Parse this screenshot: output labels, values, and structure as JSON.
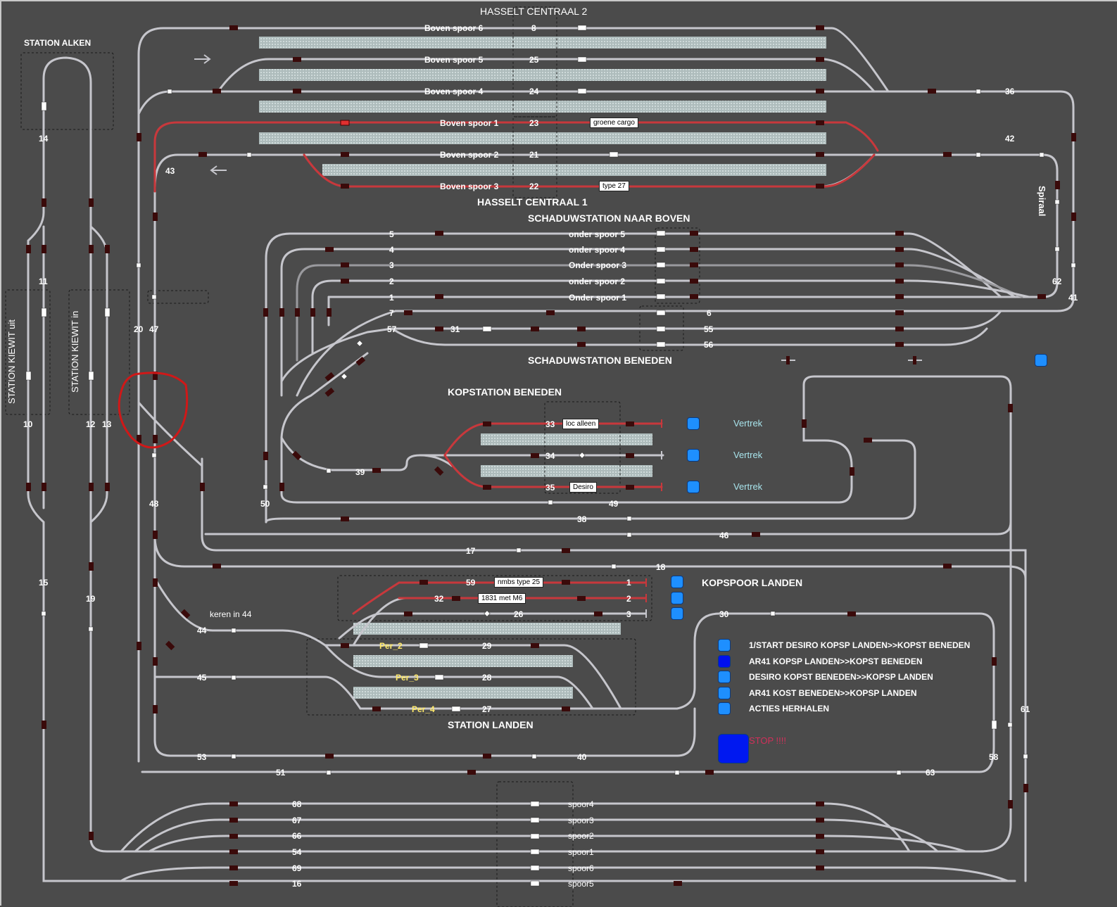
{
  "stations": {
    "hasselt_centraal_2": "HASSELT CENTRAAL 2",
    "hasselt_centraal_1": "HASSELT CENTRAAL 1",
    "station_alken": "STATION ALKEN",
    "station_kiewit_uit": "STATION KIEWIT uit",
    "station_kiewit_in": "STATION KIEWIT in",
    "schaduw_boven": "SCHADUWSTATION NAAR BOVEN",
    "schaduw_beneden": "SCHADUWSTATION BENEDEN",
    "kopstation_beneden": "KOPSTATION BENEDEN",
    "kopspoor_landen": "KOPSPOOR LANDEN",
    "station_landen": "STATION LANDEN",
    "spiraal": "Spiraal",
    "keren": "keren in 44"
  },
  "boven_tracks": [
    {
      "name": "Boven spoor 6",
      "num": "8"
    },
    {
      "name": "Boven spoor 5",
      "num": "25"
    },
    {
      "name": "Boven spoor 4",
      "num": "24"
    },
    {
      "name": "Boven spoor 1",
      "num": "23"
    },
    {
      "name": "Boven spoor 2",
      "num": "21"
    },
    {
      "name": "Boven spoor 3",
      "num": "22"
    }
  ],
  "onder_tracks": [
    {
      "num": "5",
      "name": "onder spoor 5"
    },
    {
      "num": "4",
      "name": "onder spoor 4"
    },
    {
      "num": "3",
      "name": "Onder spoor 3"
    },
    {
      "num": "2",
      "name": "onder spoor 2"
    },
    {
      "num": "1",
      "name": "Onder spoor 1"
    }
  ],
  "bottom_tracks": [
    {
      "num": "68",
      "name": "spoor4"
    },
    {
      "num": "67",
      "name": "spoor3"
    },
    {
      "num": "66",
      "name": "spoor2"
    },
    {
      "num": "54",
      "name": "spoor1"
    },
    {
      "num": "69",
      "name": "spoor6"
    },
    {
      "num": "16",
      "name": "spoor5"
    }
  ],
  "platforms": {
    "per_2": "Per_2",
    "per_3": "Per_3",
    "per_4": "Per_4"
  },
  "train_tags": {
    "groene_cargo": "groene cargo",
    "type_27": "type 27",
    "loc_alleen": "loc alleen",
    "desiro": "Desiro",
    "nmbs_type_25": "nmbs type 25",
    "met_m6": "1831 met M6"
  },
  "vertrek": [
    "Vertrek",
    "Vertrek",
    "Vertrek"
  ],
  "actions": [
    "1/START DESIRO KOPSP LANDEN>>KOPST BENEDEN",
    "AR41 KOPSP LANDEN>>KOPST BENEDEN",
    "DESIRO KOPST BENEDEN>>KOPSP LANDEN",
    "AR41 KOST BENEDEN>>KOPSP LANDEN",
    "ACTIES HERHALEN"
  ],
  "stop_label": "STOP !!!!",
  "numbers": {
    "n14": "14",
    "n11": "11",
    "n10": "10",
    "n12": "12",
    "n13": "13",
    "n15": "15",
    "n19": "19",
    "n20": "20",
    "n47": "47",
    "n43": "43",
    "n48": "48",
    "n50": "50",
    "n36": "36",
    "n42": "42",
    "n62": "62",
    "n41": "41",
    "n7": "7",
    "n6": "6",
    "n57": "57",
    "n31": "31",
    "n55": "55",
    "n56": "56",
    "n33": "33",
    "n34": "34",
    "n35": "35",
    "n39": "39",
    "n49": "49",
    "n38": "38",
    "n46": "46",
    "n17": "17",
    "n18": "18",
    "n59": "59",
    "n32": "32",
    "n26": "26",
    "k1": "1",
    "k2": "2",
    "k3": "3",
    "n44": "44",
    "n45": "45",
    "n29": "29",
    "n28": "28",
    "n27": "27",
    "n30": "30",
    "n61": "61",
    "n58": "58",
    "n63": "63",
    "n53": "53",
    "n40": "40",
    "n51": "51"
  },
  "colors": {
    "background": "#4b4b4b",
    "track": "#c6c6cc",
    "occupied_track": "#c8383c",
    "platform": "#b8c4c4",
    "button": "#1e8fff",
    "section_marker": "#3a0a0a"
  }
}
